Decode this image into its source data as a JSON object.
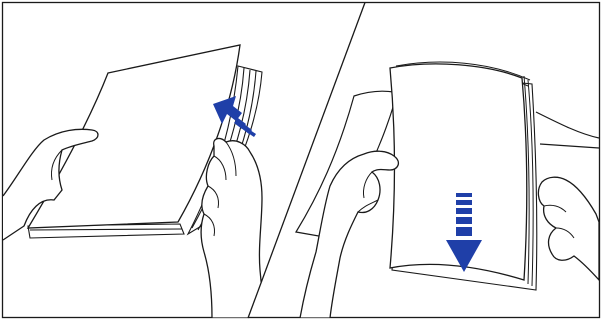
{
  "figure": {
    "panels": [
      {
        "id": "left",
        "content": "fanning-stack-of-paper",
        "arrow_direction": "up-left"
      },
      {
        "id": "right",
        "content": "tapping-paper-edge",
        "arrow_direction": "down"
      }
    ],
    "colors": {
      "line": "#1a1a1a",
      "paper": "#ffffff",
      "arrow": "#1f3fa8",
      "background": "#ffffff"
    }
  }
}
